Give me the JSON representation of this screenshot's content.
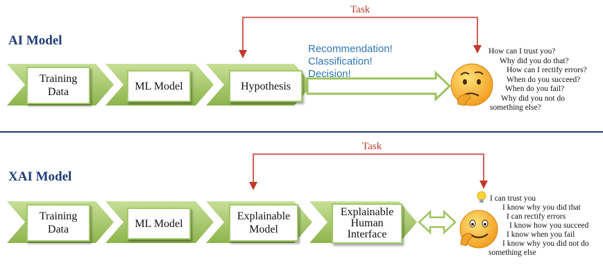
{
  "ai_model": {
    "title": "AI Model",
    "task_label": "Task",
    "stages": [
      "Training\nData",
      "ML Model",
      "Hypothesis"
    ],
    "outputs": [
      "Recommendation!",
      "Classification!",
      "Decision!"
    ],
    "questions": [
      "How can I trust you?",
      "Why did you do that?",
      "How can I rectify errors?",
      "When do you succeed?",
      "When do you fail?",
      "Why did you not do",
      "something else?"
    ]
  },
  "xai_model": {
    "title": "XAI Model",
    "task_label": "Task",
    "stages": [
      "Training\nData",
      "ML Model",
      "Explainable\nModel",
      "Explainable\nHuman\nInterface"
    ],
    "answers": [
      "I can trust you",
      "I know why you did that",
      "I can rectify errors",
      "I know how you succeed",
      "I know when you fail",
      "I know why you did not do",
      "something else"
    ]
  },
  "colors": {
    "chevron": "#9dc35b",
    "box_border": "#a3c96a",
    "task": "#c0392b",
    "output_text": "#2e75b6",
    "title": "#1f3d7a",
    "divider": "#1f3a6e",
    "emoji": "#f7b733"
  },
  "icons": [
    "thinking-emoji-icon",
    "smiling-emoji-icon",
    "lightbulb-icon"
  ]
}
